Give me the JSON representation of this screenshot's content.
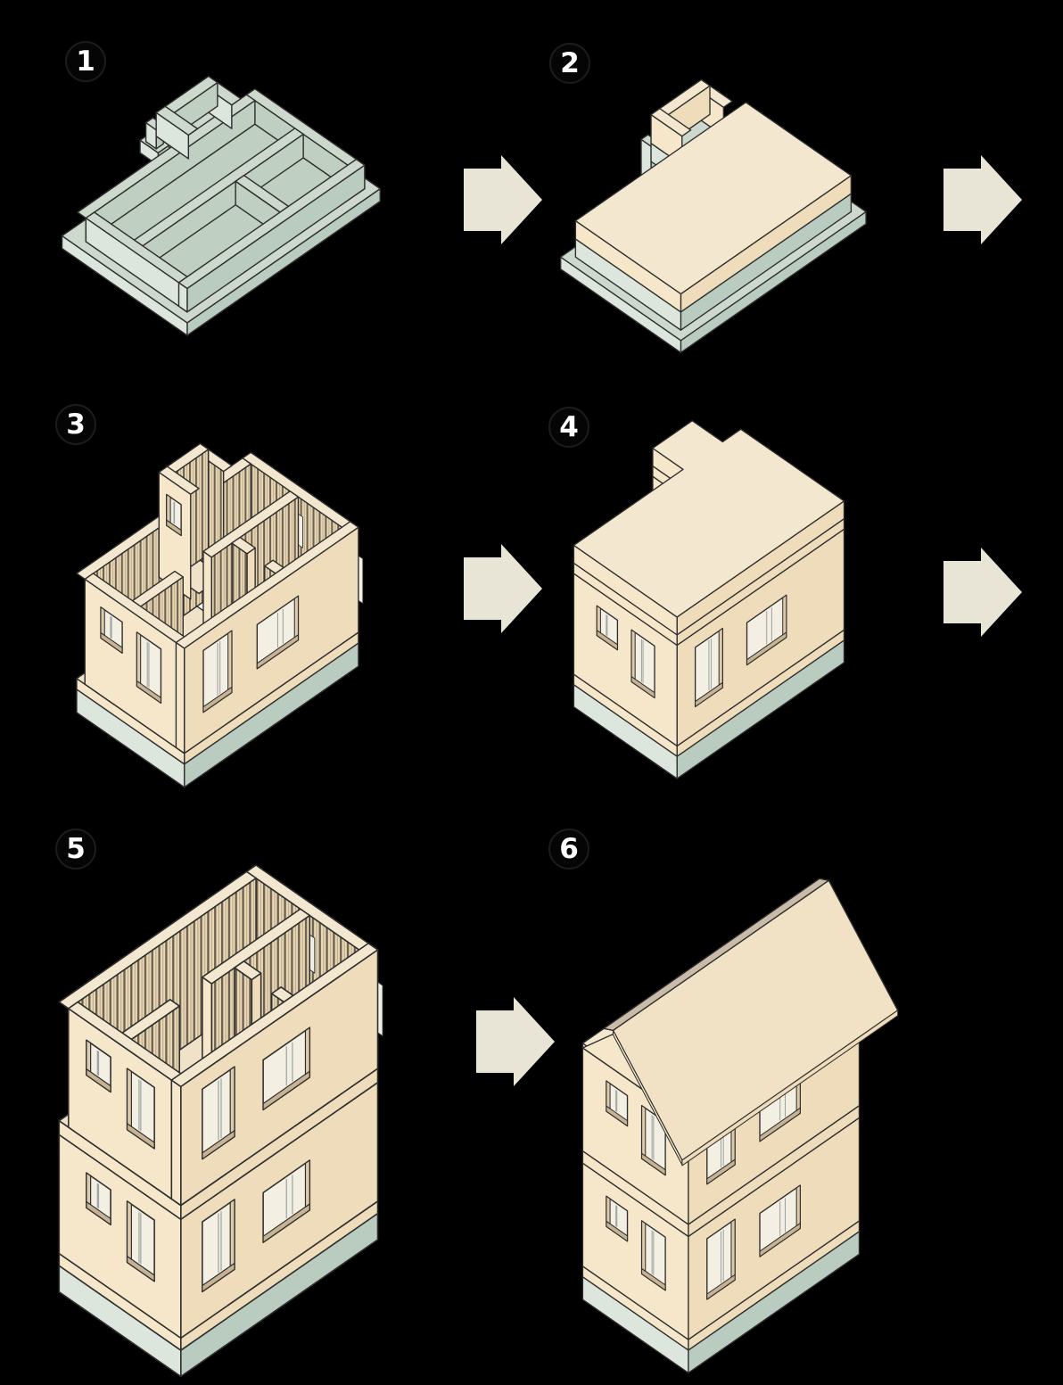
{
  "diagram": {
    "background_color": "#000000",
    "steps": [
      {
        "number": "1",
        "illustration": "foundation"
      },
      {
        "number": "2",
        "illustration": "floor-platform"
      },
      {
        "number": "3",
        "illustration": "first-story-walls-open"
      },
      {
        "number": "4",
        "illustration": "first-story-capped"
      },
      {
        "number": "5",
        "illustration": "two-story-walls-open"
      },
      {
        "number": "6",
        "illustration": "finished-house-with-roof"
      }
    ],
    "badge": {
      "background": "#050505",
      "text_color": "#ffffff"
    },
    "arrow": {
      "glyph": "block-arrow-right",
      "color": "#e8e5d6",
      "count": 5
    },
    "palette": {
      "outline": "#2e2e2e",
      "cream_top": "#f4e7cf",
      "cream_left": "#f6e7cb",
      "cream_right": "#eedcba",
      "green_top": "#cdd9cd",
      "green_left": "#dde6dd",
      "green_right": "#b9ccbf",
      "green_inner": "#bfcfc2",
      "interior_floor": "#efe2c8",
      "stud_base": "#e9d8b6",
      "stud_dark": "#6e6150",
      "window_glass": "#f4efe3",
      "window_sill": "#c7b394",
      "window_reveal": "#dccaa9",
      "roof_top": "#f2e2c5",
      "roof_far_band": "#c9bba8",
      "tub_white": "#f2f5f2",
      "tub_inner": "#d8e6e2"
    }
  }
}
